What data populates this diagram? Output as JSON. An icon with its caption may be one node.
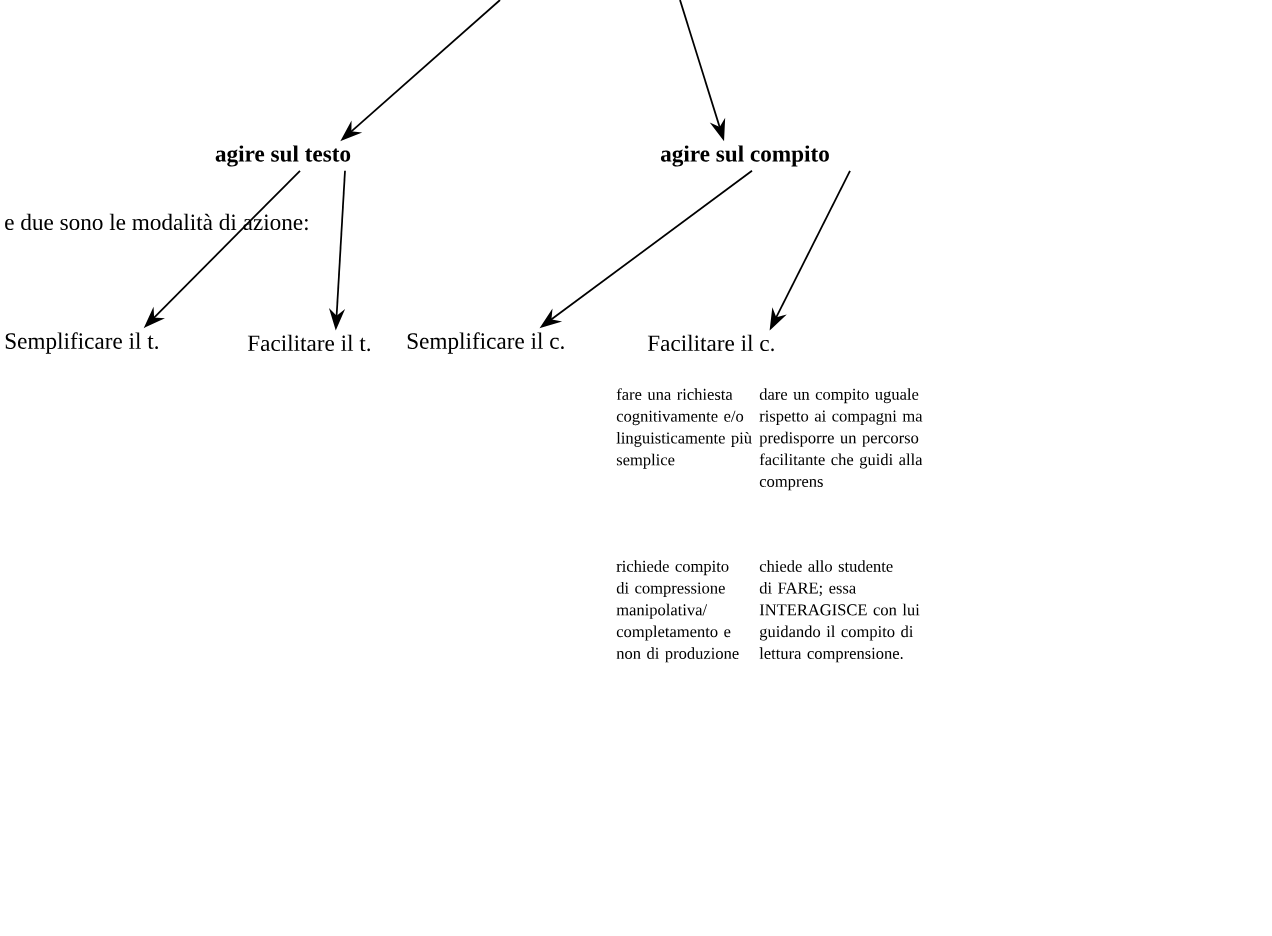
{
  "diagram": {
    "nodes": [
      {
        "text": [
          "agire sul testo"
        ]
      },
      {
        "text": [
          "agire sul compito"
        ]
      },
      {
        "text": [
          "Semplificare il t."
        ]
      },
      {
        "text": [
          "Facilitare il t."
        ]
      },
      {
        "text": [
          "Semplificare il c."
        ]
      },
      {
        "text": [
          "Facilitare il c."
        ]
      }
    ],
    "edges": [
      {
        "from": null,
        "to": 0,
        "arrow": "to"
      },
      {
        "from": null,
        "to": 1,
        "arrow": "to"
      },
      {
        "from": 0,
        "to": 2,
        "arrow": "to"
      },
      {
        "from": 0,
        "to": 3,
        "arrow": "to"
      },
      {
        "from": 1,
        "to": 4,
        "arrow": "to"
      },
      {
        "from": 1,
        "to": 5,
        "arrow": "to"
      }
    ],
    "labels": [
      "e due sono le modalità di azione:",
      "fare una richiesta cognitivamente e/o linguisticamente più semplice",
      "dare un compito uguale rispetto ai compagni ma predisporre un percorso facilitante che guidi alla comprens",
      "richiede compito di compressione manipolativa/ completamento e non di produzione",
      "chiede allo studente di FARE; essa INTERAGISCE con lui guidando il compito di lettura comprensione."
    ]
  }
}
